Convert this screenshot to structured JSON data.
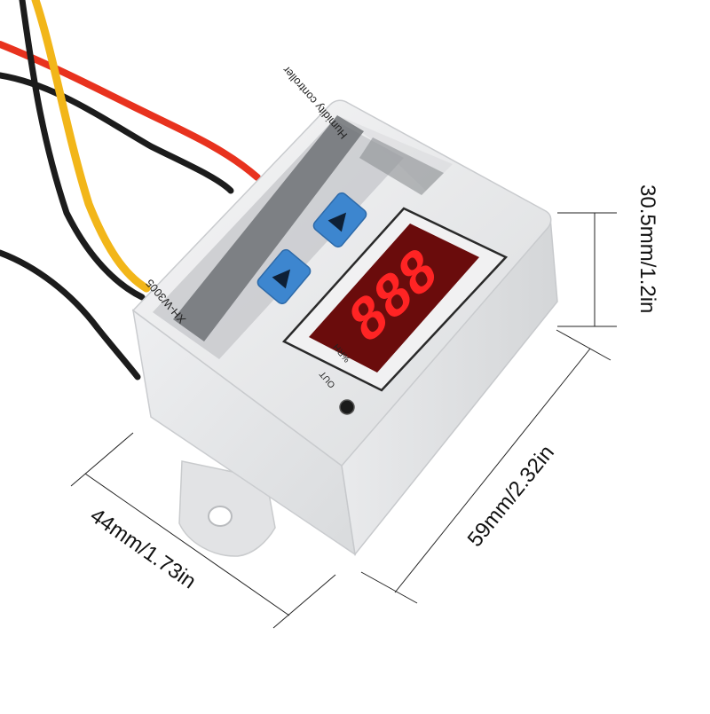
{
  "product": {
    "panel_title": "Humidity controller",
    "model": "XH-W3005",
    "unit_label": "%RH",
    "out_label": "OUT",
    "display_value": "888"
  },
  "dimensions": {
    "height": "30.5mm/1.2in",
    "length": "59mm/2.32in",
    "width": "44mm/1.73in"
  },
  "colors": {
    "wire_red": "#e8321e",
    "wire_yellow": "#f2b619",
    "wire_black": "#1c1c1c",
    "housing": "#e7e8ea",
    "button": "#3d86cf",
    "display_on": "#ff2424",
    "display_bg": "#6a0c0c"
  },
  "icons": [
    "arrow-right-icon",
    "arrow-left-icon",
    "led-indicator-icon",
    "mount-hole-icon"
  ]
}
